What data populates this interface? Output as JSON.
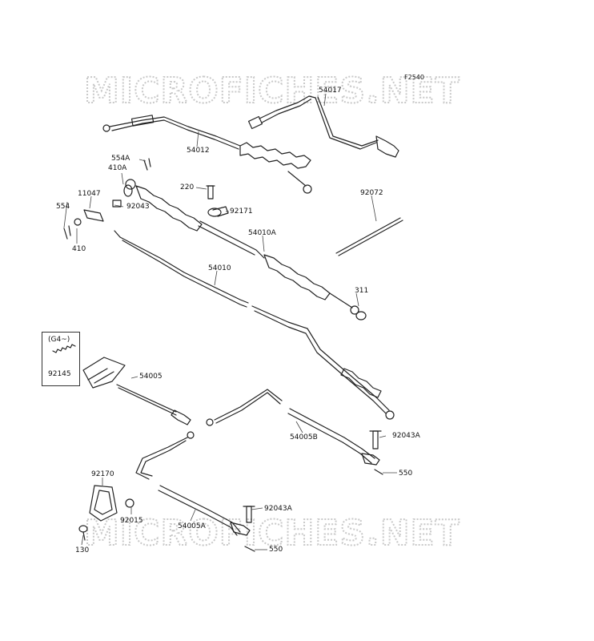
{
  "figure_code": "F2540",
  "watermark": "MICROFICHES.NET",
  "inset_note": "(G4~)",
  "parts": {
    "p54017": "54017",
    "p54012": "54012",
    "p554A": "554A",
    "p410A": "410A",
    "p220": "220",
    "p11047": "11047",
    "p92043": "92043",
    "p92171": "92171",
    "p554": "554",
    "p410": "410",
    "p92072": "92072",
    "p54010A": "54010A",
    "p54010": "54010",
    "p311": "311",
    "p92145": "92145",
    "p54005": "54005",
    "p54005B": "54005B",
    "p92043A_1": "92043A",
    "p550_1": "550",
    "p92170": "92170",
    "p92015": "92015",
    "p54005A": "54005A",
    "p92043A_2": "92043A",
    "p550_2": "550",
    "p130": "130"
  }
}
